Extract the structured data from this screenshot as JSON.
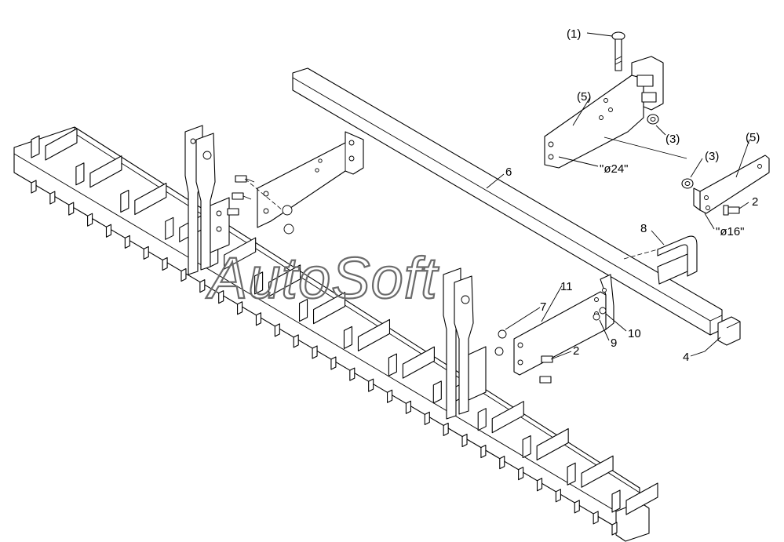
{
  "watermark": "AutoSoft",
  "callouts": {
    "c1": "(1)",
    "c5_top": "(5)",
    "c3_mid": "(3)",
    "c3_right": "(3)",
    "c5_right": "(5)",
    "c2_right": "2",
    "d24": "\"ø24\"",
    "d16": "\"ø16\"",
    "c6": "6",
    "c8": "8",
    "c11": "11",
    "c7": "7",
    "c9": "9",
    "c10": "10",
    "c2_lower": "2",
    "c4": "4"
  }
}
